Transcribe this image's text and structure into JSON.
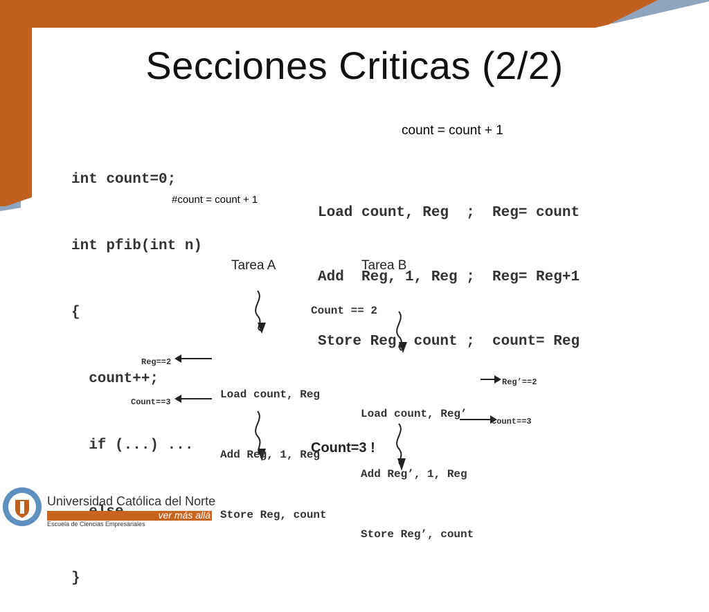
{
  "title": "Secciones Criticas (2/2)",
  "colors": {
    "accent": "#c0601f",
    "frame_blue": "#8fa4bf"
  },
  "left_code": [
    "int count=0;",
    "int pfib(int n)",
    "{",
    "  count++;",
    "  if (...) ...",
    "  else ...",
    "}"
  ],
  "left_comment": "#count = count + 1",
  "right_header": "count  = count + 1",
  "right_code": [
    "Load count, Reg  ;  Reg= count",
    "Add  Reg, 1, Reg ;  Reg= Reg+1",
    "Store Reg, count ;  count= Reg"
  ],
  "diagram": {
    "task_a": "Tarea A",
    "task_b": "Tarea B",
    "count_init": "Count == 2",
    "a_lines": [
      "Load count, Reg",
      "Add Reg, 1, Reg",
      "Store Reg, count"
    ],
    "b_lines": [
      "Load count, Reg’",
      "Add Reg’, 1, Reg",
      "Store Reg’, count"
    ],
    "a_notes": [
      "Reg==2",
      "Count==3"
    ],
    "b_notes": [
      "Reg’==2",
      "Count==3"
    ],
    "result": "Count=3 !"
  },
  "footer": {
    "university": "Universidad Católica del Norte",
    "tagline": "ver más allá",
    "school": "Escuela de Ciencias Empresariales",
    "logo_icon": "university-seal-icon"
  }
}
